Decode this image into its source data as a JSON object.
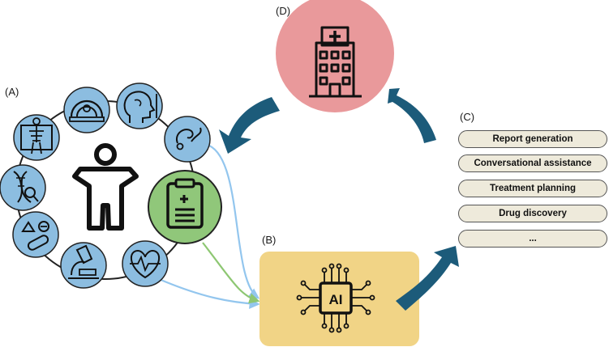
{
  "panels": {
    "a_label": "(A)",
    "b_label": "(B)",
    "c_label": "(C)",
    "d_label": "(D)"
  },
  "ai_model": {
    "chip_text": "AI"
  },
  "tasks": [
    "Report generation",
    "Conversational assistance",
    "Treatment planning",
    "Drug discovery",
    "..."
  ],
  "icons": {
    "patient": "person-icon",
    "modalities": [
      "mri-scanner-icon",
      "head-profile-icon",
      "ear-anatomy-icon",
      "heart-rate-icon",
      "microscope-icon",
      "pills-icon",
      "dna-icon",
      "xray-icon"
    ],
    "records": "clipboard-medical-record-icon",
    "ai": "ai-chip-icon",
    "hospital": "hospital-building-icon"
  },
  "colors": {
    "modality_fill": "#8cbde0",
    "record_fill": "#90c77a",
    "ai_box_fill": "#f1d486",
    "hospital_fill": "#e9999b",
    "cycle_arrow": "#1c5b7a",
    "light_arrow": "#93c6ee",
    "green_arrow": "#8ec773",
    "task_fill": "#eeeadb"
  }
}
